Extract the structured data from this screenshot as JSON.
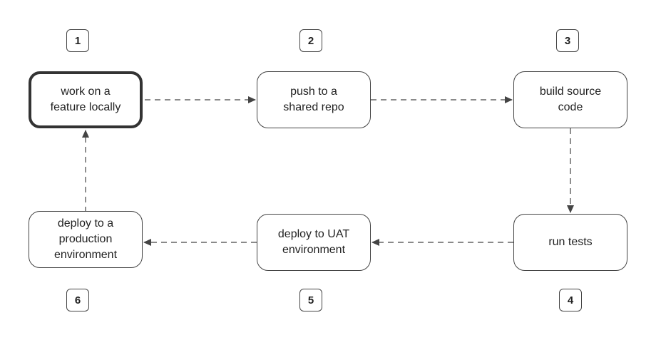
{
  "steps": [
    {
      "number": "1",
      "label": "work on a\nfeature locally",
      "highlighted": true
    },
    {
      "number": "2",
      "label": "push to a\nshared repo",
      "highlighted": false
    },
    {
      "number": "3",
      "label": "build source\ncode",
      "highlighted": false
    },
    {
      "number": "4",
      "label": "run tests",
      "highlighted": false
    },
    {
      "number": "5",
      "label": "deploy to UAT\nenvironment",
      "highlighted": false
    },
    {
      "number": "6",
      "label": "deploy to a\nproduction\nenvironment",
      "highlighted": false
    }
  ],
  "connectors": [
    {
      "from": "1",
      "to": "2",
      "style": "dashed"
    },
    {
      "from": "2",
      "to": "3",
      "style": "dashed"
    },
    {
      "from": "3",
      "to": "4",
      "style": "dashed"
    },
    {
      "from": "4",
      "to": "5",
      "style": "dashed"
    },
    {
      "from": "5",
      "to": "6",
      "style": "dashed"
    },
    {
      "from": "6",
      "to": "1",
      "style": "dashed"
    }
  ],
  "colors": {
    "stroke": "#444444",
    "text": "#222222",
    "background": "#ffffff"
  }
}
